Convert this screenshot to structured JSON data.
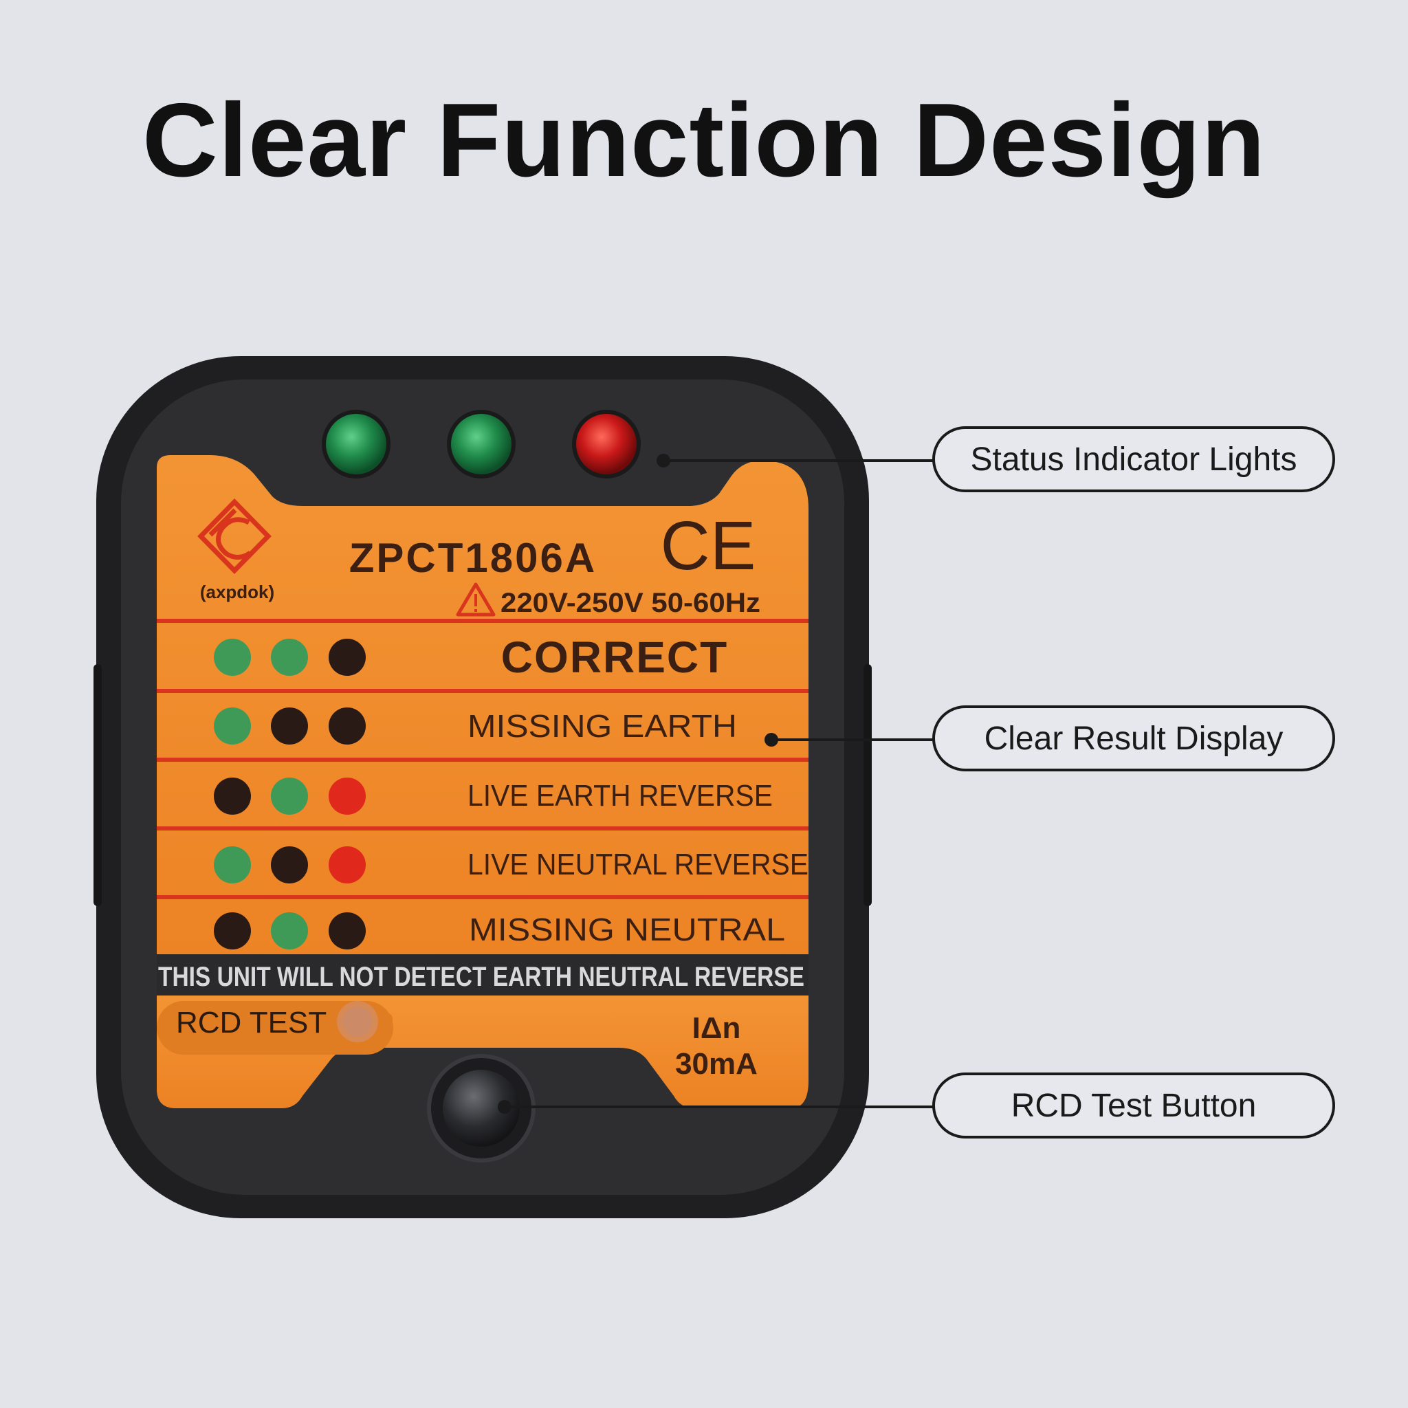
{
  "header": {
    "title": "Clear Function Design"
  },
  "device": {
    "model": "ZPCT1806A",
    "brand": "(axpdok)",
    "certification_mark": "CE",
    "voltage_rating": "220V-250V 50-60Hz",
    "rows": [
      {
        "label": "CORRECT",
        "leds": [
          "green",
          "green",
          "off"
        ]
      },
      {
        "label": "MISSING EARTH",
        "leds": [
          "green",
          "off",
          "off"
        ]
      },
      {
        "label": "LIVE EARTH REVERSE",
        "leds": [
          "off",
          "green",
          "red"
        ]
      },
      {
        "label": "LIVE NEUTRAL REVERSE",
        "leds": [
          "green",
          "off",
          "red"
        ]
      },
      {
        "label": "MISSING NEUTRAL",
        "leds": [
          "off",
          "green",
          "off"
        ]
      }
    ],
    "warning": "THIS UNIT WILL NOT DETECT EARTH NEUTRAL REVERSE",
    "rcd_label": "RCD TEST",
    "current_symbol": "IΔn",
    "current_value": "30mA",
    "status_lights": [
      "green",
      "green",
      "red"
    ]
  },
  "callouts": {
    "status_lights": "Status Indicator Lights",
    "result_display": "Clear Result Display",
    "test_button": "RCD Test Button"
  },
  "colors": {
    "background": "#e2e4ea",
    "housing": "#2c2c2e",
    "panel": "#f08a2a",
    "divider": "#d8341e",
    "led_green": "#3f9a58",
    "led_red": "#e0281c",
    "led_off": "#2a1a16"
  }
}
